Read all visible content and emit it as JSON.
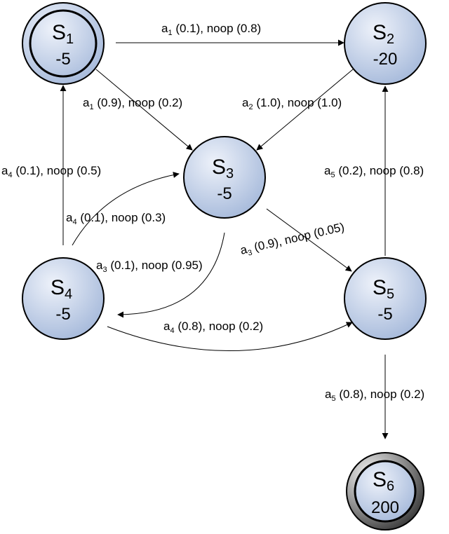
{
  "states": [
    {
      "id": "s1",
      "name": "S",
      "index": "1",
      "reward": "-5",
      "style": "double"
    },
    {
      "id": "s2",
      "name": "S",
      "index": "2",
      "reward": "-20",
      "style": "single"
    },
    {
      "id": "s3",
      "name": "S",
      "index": "3",
      "reward": "-5",
      "style": "single"
    },
    {
      "id": "s4",
      "name": "S",
      "index": "4",
      "reward": "-5",
      "style": "single"
    },
    {
      "id": "s5",
      "name": "S",
      "index": "5",
      "reward": "-5",
      "style": "single"
    },
    {
      "id": "s6",
      "name": "S",
      "index": "6",
      "reward": "200",
      "style": "terminal"
    }
  ],
  "transitions": [
    {
      "id": "t12",
      "from": "s1",
      "to": "s2",
      "action": "a",
      "action_index": "1",
      "text": " (0.1), noop (0.8)"
    },
    {
      "id": "t13",
      "from": "s1",
      "to": "s3",
      "action": "a",
      "action_index": "1",
      "text": " (0.9), noop (0.2)"
    },
    {
      "id": "t23",
      "from": "s2",
      "to": "s3",
      "action": "a",
      "action_index": "2",
      "text": " (1.0), noop (1.0)"
    },
    {
      "id": "t41",
      "from": "s4",
      "to": "s1",
      "action": "a",
      "action_index": "4",
      "text": " (0.1), noop (0.5)"
    },
    {
      "id": "t52",
      "from": "s5",
      "to": "s2",
      "action": "a",
      "action_index": "5",
      "text": " (0.2), noop (0.8)"
    },
    {
      "id": "t43",
      "from": "s4",
      "to": "s3",
      "action": "a",
      "action_index": "4",
      "text": " (0.1), noop (0.3)"
    },
    {
      "id": "t35",
      "from": "s3",
      "to": "s5",
      "action": "a",
      "action_index": "3",
      "text": " (0.9), noop (0.05)"
    },
    {
      "id": "t34",
      "from": "s3",
      "to": "s4",
      "action": "a",
      "action_index": "3",
      "text": " (0.1), noop (0.95)"
    },
    {
      "id": "t45",
      "from": "s4",
      "to": "s5",
      "action": "a",
      "action_index": "4",
      "text": " (0.8), noop (0.2)"
    },
    {
      "id": "t56",
      "from": "s5",
      "to": "s6",
      "action": "a",
      "action_index": "5",
      "text": " (0.8), noop (0.2)"
    }
  ],
  "colors": {
    "node_fill_light": "#e6ecf6",
    "node_fill_dark": "#a9bcdc",
    "terminal_fill_dark": "#4a4a4a",
    "stroke": "#000000"
  }
}
